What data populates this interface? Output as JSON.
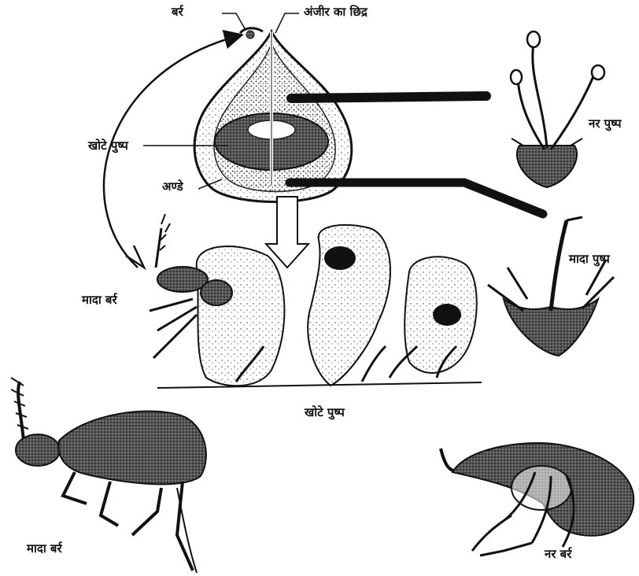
{
  "labels": {
    "wasp_top": "बर्र",
    "fig_opening": "अंजीर का छिद्र",
    "gall_flowers_top": "खोटे पुष्प",
    "eggs": "अण्डे",
    "male_flower": "नर पुष्प",
    "female_flower": "मादा पुष्प",
    "female_wasp_mid": "मादा बर्र",
    "gall_flowers_bottom": "खोटे पुष्प",
    "female_wasp_bottom": "मादा बर्र",
    "male_wasp_bottom": "नर बर्र"
  },
  "colors": {
    "ink": "#111111",
    "background": "#ffffff"
  }
}
